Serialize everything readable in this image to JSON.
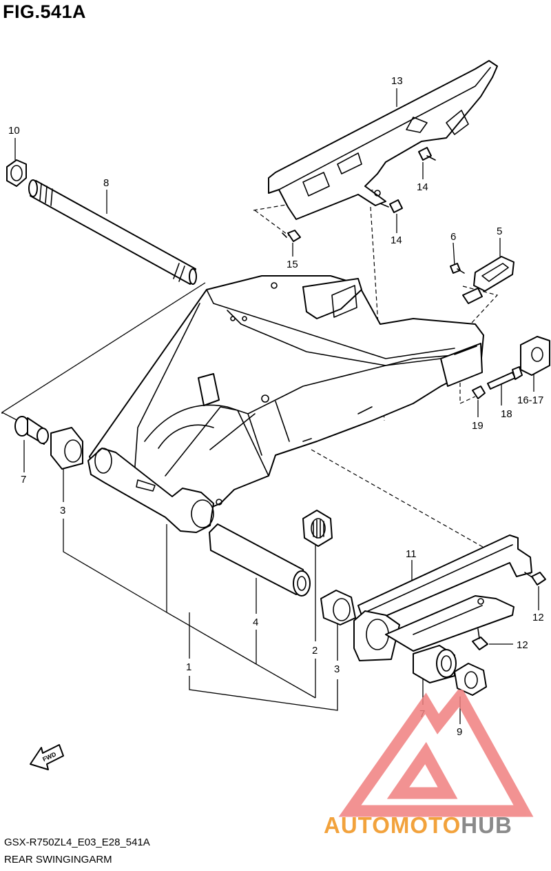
{
  "header": {
    "figure_title": "FIG.541A"
  },
  "callouts": {
    "c1": "1",
    "c2": "2",
    "c3a": "3",
    "c3b": "3",
    "c4": "4",
    "c5": "5",
    "c6": "6",
    "c7a": "7",
    "c7b": "7",
    "c8": "8",
    "c9": "9",
    "c10": "10",
    "c11": "11",
    "c12a": "12",
    "c12b": "12",
    "c13": "13",
    "c14a": "14",
    "c14b": "14",
    "c15": "15",
    "c1617": "16-17",
    "c18": "18",
    "c19": "19"
  },
  "footer": {
    "model_code": "GSX-R750ZL4_E03_E28_541A",
    "part_name": "REAR SWINGINGARM"
  },
  "fwd_label": "FWD",
  "watermark": {
    "brand_part1": "AUTOMOTO",
    "brand_part2": "HUB",
    "logo_color": "#f08080",
    "brand_color_1": "#f2a23c",
    "brand_color_2": "#8a8a8a"
  }
}
